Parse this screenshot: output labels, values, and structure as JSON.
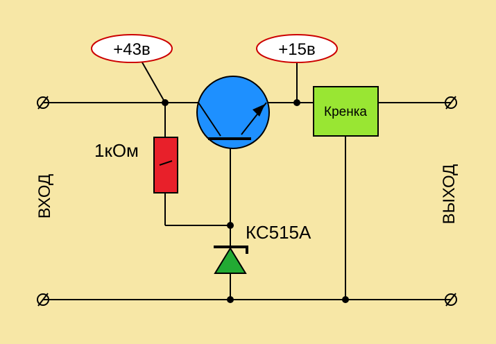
{
  "colors": {
    "background": "#f7e7a6",
    "wire": "#000000",
    "transistor": "#1e90ff",
    "resistor": "#e8202a",
    "zener": "#22aa33",
    "regulator": "#99e633",
    "callout_border": "#cc0000",
    "callout_fill": "#ffffff"
  },
  "labels": {
    "voltage_input": "+43в",
    "voltage_output": "+15в",
    "resistor": "1кОм",
    "zener": "КС515А",
    "regulator": "Кренка",
    "input_side": "ВХОД",
    "output_side": "ВЫХОД"
  },
  "icons": {
    "terminal": "circle-with-slash",
    "junction": "filled-dot"
  }
}
